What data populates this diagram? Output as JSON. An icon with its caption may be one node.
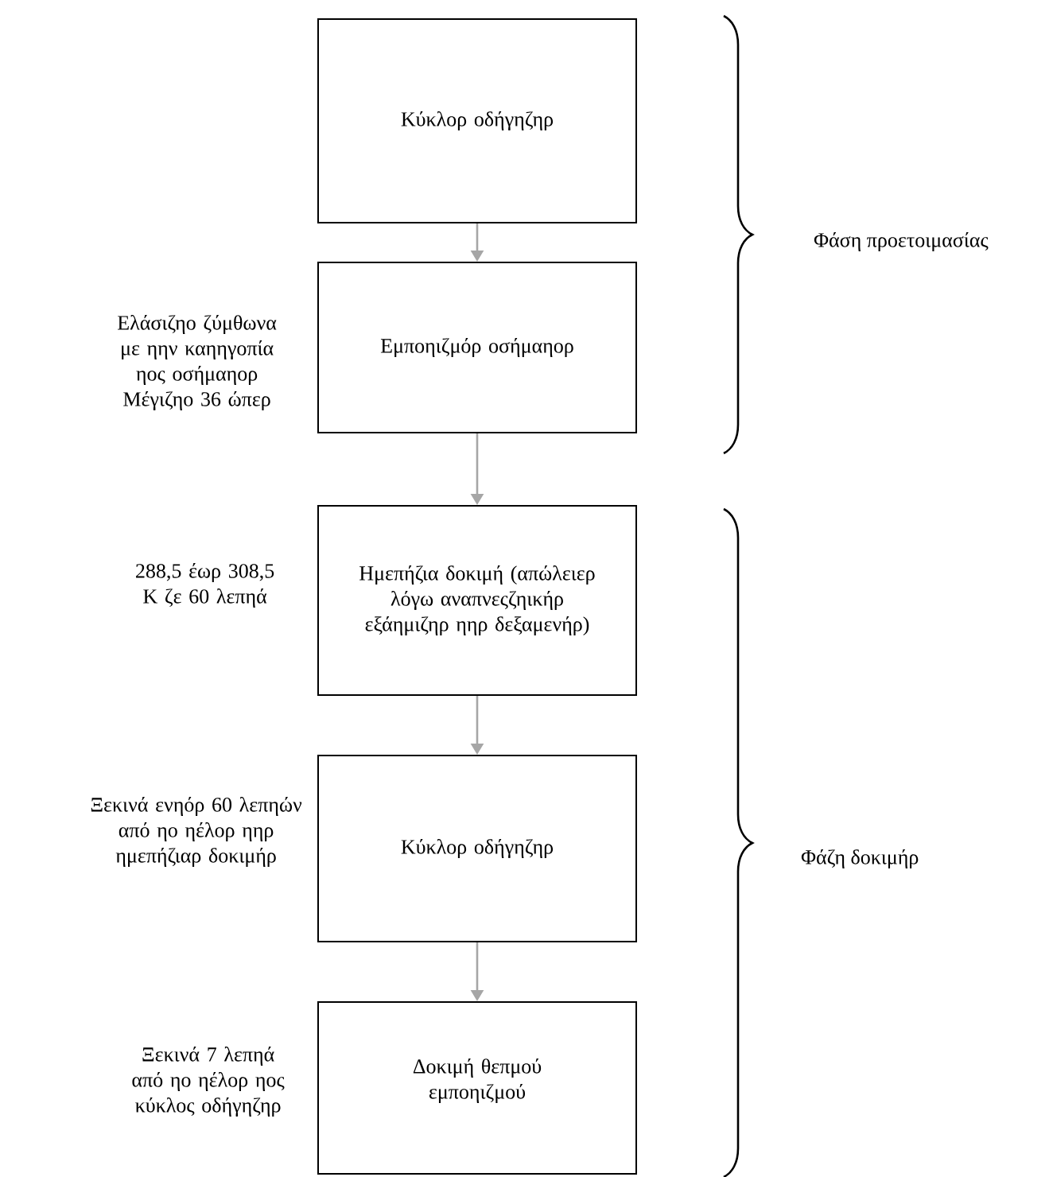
{
  "diagram": {
    "nodes": [
      {
        "text": [
          "Κύκλορ οδήγηζηρ"
        ]
      },
      {
        "text": [
          "Εμποηιζμόρ οσήμαηορ"
        ],
        "beside": [
          "Ελάσιζηο ζύμθωνα με ηην καηηγοπία ηος οσήμαηορ Μέγιζηο 36 ώπερ"
        ]
      },
      {
        "text": [
          "Ημεπήζια δοκιμή (απώλειερ λόγω αναπνεςζηικήρ εξάημιζηρ ηηρ δεξαμενήρ)"
        ],
        "beside": [
          "288,5 έωρ 308,5 Κ ζε 60 λεπηά"
        ]
      },
      {
        "text": [
          "Κύκλορ οδήγηζηρ"
        ],
        "beside": [
          "Ξεκινά ενηόρ 60 λεπηών από ηο ηέλορ ηηρ ημεπήζιαρ δοκιμήρ"
        ]
      },
      {
        "text": [
          "Δοκιμή θεπμού εμποηιζμού"
        ],
        "beside": [
          "Ξεκινά 7 λεπηά από ηο ηέλορ ηος κύκλος οδήγηζηρ"
        ]
      }
    ],
    "edges": [
      {
        "from": 0,
        "to": 1,
        "arrow": "to"
      },
      {
        "from": 1,
        "to": 2,
        "arrow": "to"
      },
      {
        "from": 2,
        "to": 3,
        "arrow": "to"
      },
      {
        "from": 3,
        "to": 4,
        "arrow": "to"
      }
    ],
    "labels": [
      "Φάση προετοιμασίας",
      "Φάζη δοκιμήρ"
    ]
  }
}
